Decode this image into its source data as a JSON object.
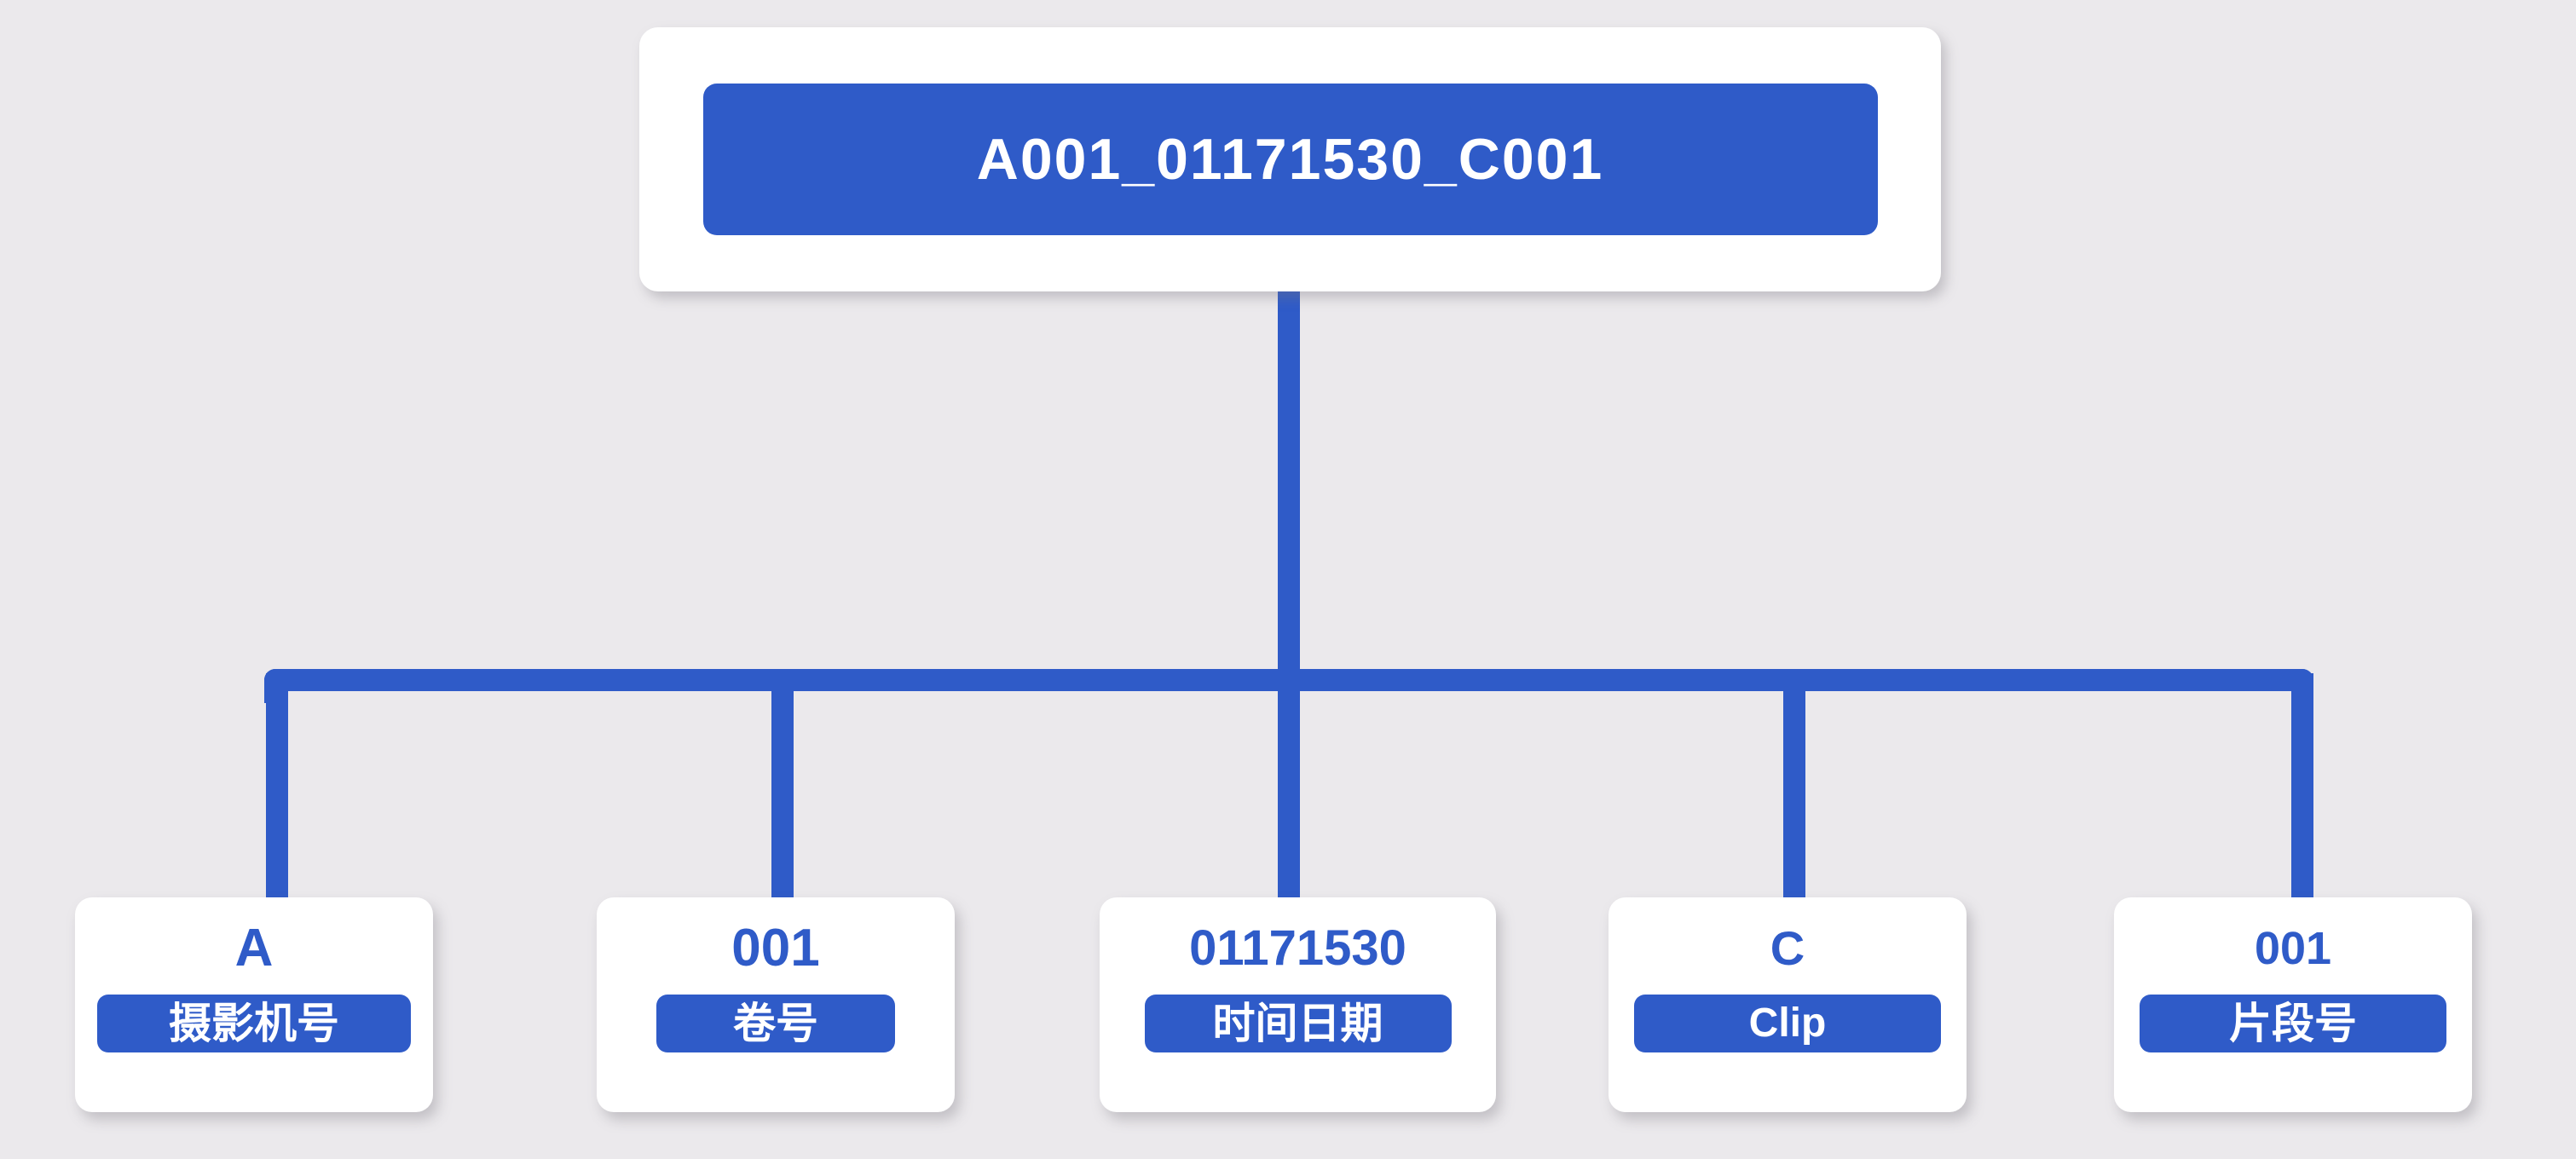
{
  "colors": {
    "background": "#ebe9ec",
    "accent": "#2f5bc8",
    "card": "#ffffff",
    "on_accent": "#ffffff"
  },
  "root": {
    "filename": "A001_01171530_C001"
  },
  "children": [
    {
      "value": "A",
      "label": "摄影机号"
    },
    {
      "value": "001",
      "label": "卷号"
    },
    {
      "value": "01171530",
      "label": "时间日期"
    },
    {
      "value": "C",
      "label": "Clip"
    },
    {
      "value": "001",
      "label": "片段号"
    }
  ]
}
